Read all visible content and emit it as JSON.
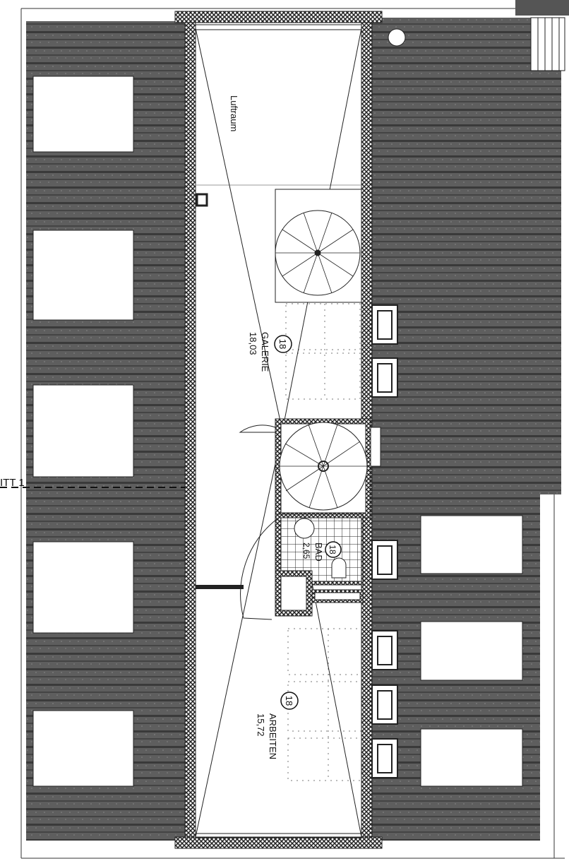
{
  "plan": {
    "section_marker": "ITT 1",
    "rooms": {
      "luftraum": {
        "name": "Luftraum"
      },
      "galerie": {
        "number": "18",
        "name": "GALERIE",
        "area": "18,03"
      },
      "bad": {
        "number": "18",
        "name": "BAD",
        "area": "2,65"
      },
      "arbeiten": {
        "number": "18",
        "name": "ARBEITEN",
        "area": "15,72"
      }
    }
  },
  "colors": {
    "roof": "#5a5a5a",
    "wall": "#222222",
    "paper": "#ffffff"
  }
}
